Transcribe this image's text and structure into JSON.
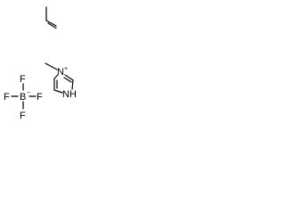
{
  "propene": {
    "formula_drawn": "CH2=CH-CH3 (skeletal)"
  },
  "methylimidazolium": {
    "n_methyl_label": "N",
    "n_methyl_charge": "+",
    "nh_label": "NH"
  },
  "tetrafluoroborate": {
    "boron_label": "B",
    "boron_charge": "−",
    "fluorine_label": "F"
  },
  "colors": {
    "ink": "#000000",
    "background": "#ffffff"
  }
}
